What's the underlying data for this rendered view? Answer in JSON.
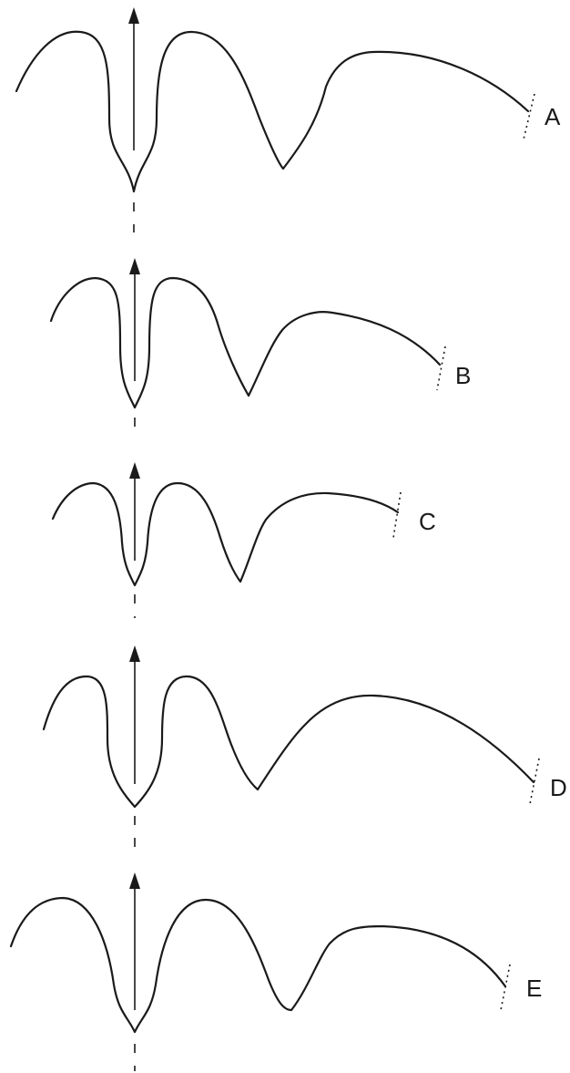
{
  "diagram": {
    "profiles": [
      {
        "label": "A"
      },
      {
        "label": "B"
      },
      {
        "label": "C"
      },
      {
        "label": "D"
      },
      {
        "label": "E"
      }
    ]
  }
}
